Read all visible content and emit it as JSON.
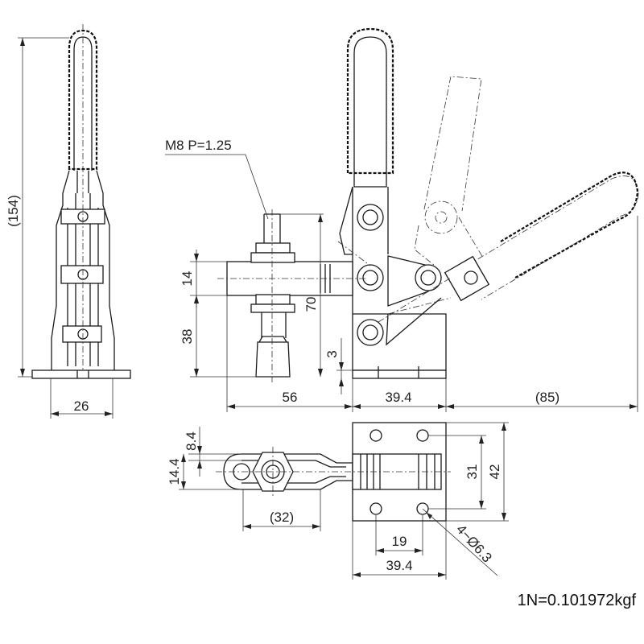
{
  "dimensions": {
    "total_height": "(154)",
    "base_width": "26",
    "thread": "M8 P=1.25",
    "spindle_block": "14",
    "height_to_bar": "38",
    "overall_70": "70",
    "base_thickness": "3",
    "spindle_reach": "56",
    "base_length": "39.4",
    "handle_reach": "(85)",
    "slot_offset": "8.4",
    "slot_width": "14.4",
    "arm_length": "(32)",
    "hole_spacing_y": "31",
    "base_width_plan": "42",
    "hole_spacing_x": "19",
    "base_length_plan": "39.4",
    "holes": "4−Ø6.3"
  },
  "footnote": "1N=0.101972kgf"
}
